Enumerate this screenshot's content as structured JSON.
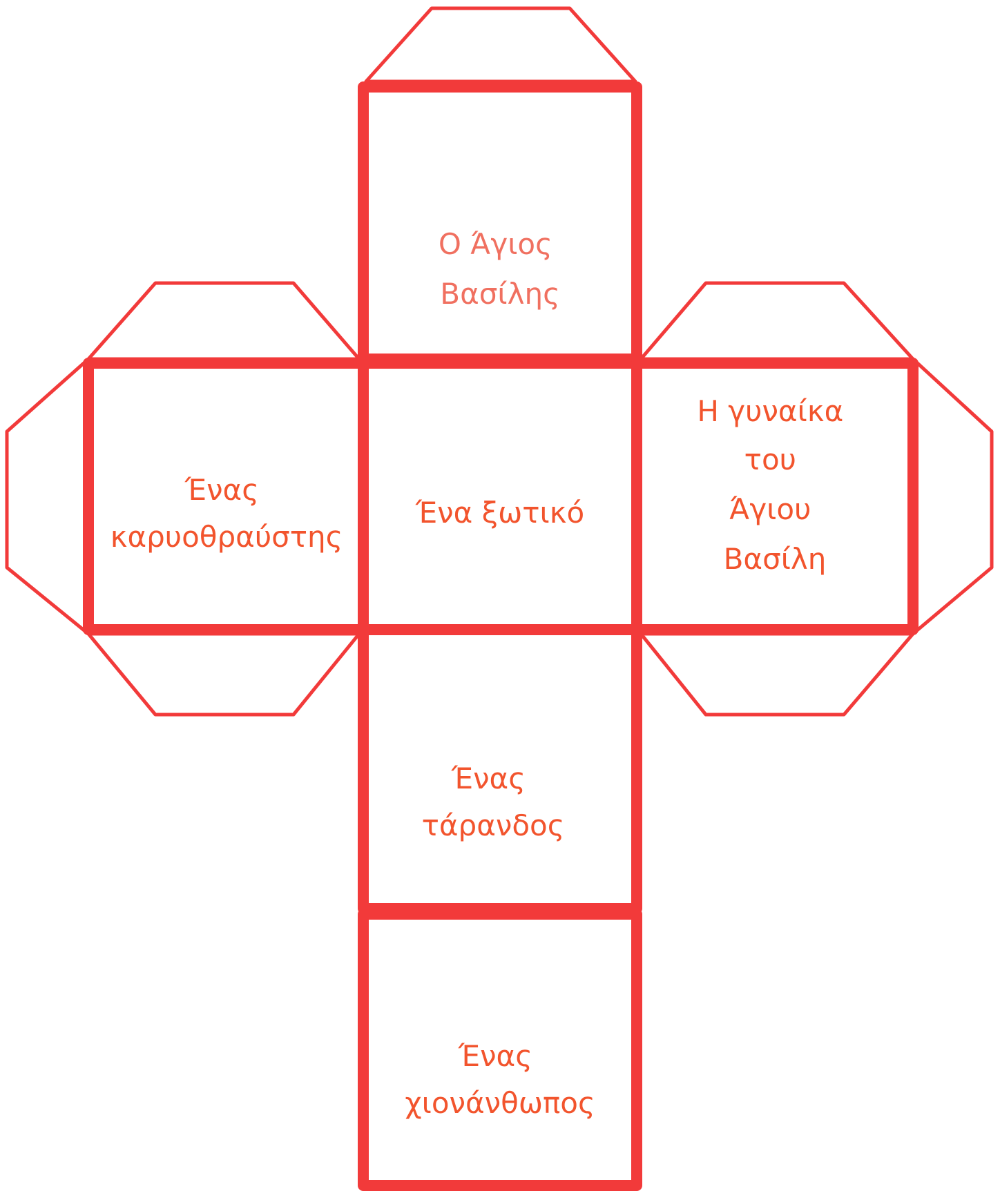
{
  "colors": {
    "line": "#f23a3a",
    "text_orange": "#f2542d",
    "text_soft": "#f07060",
    "background": "#ffffff"
  },
  "faces": {
    "top": {
      "lines": [
        "Ο Άγιος",
        "Βασίλης"
      ]
    },
    "left": {
      "lines": [
        "Ένας",
        "καρυοθραύστης"
      ]
    },
    "center": {
      "lines": [
        "Ένα ξωτικό"
      ]
    },
    "right": {
      "lines": [
        "Η γυναίκα",
        "του",
        "Άγιου",
        "Βασίλη"
      ]
    },
    "lower": {
      "lines": [
        "Ένας",
        "τάρανδος"
      ]
    },
    "bottom": {
      "lines": [
        "Ένας",
        "χιονάνθωπος"
      ]
    }
  }
}
